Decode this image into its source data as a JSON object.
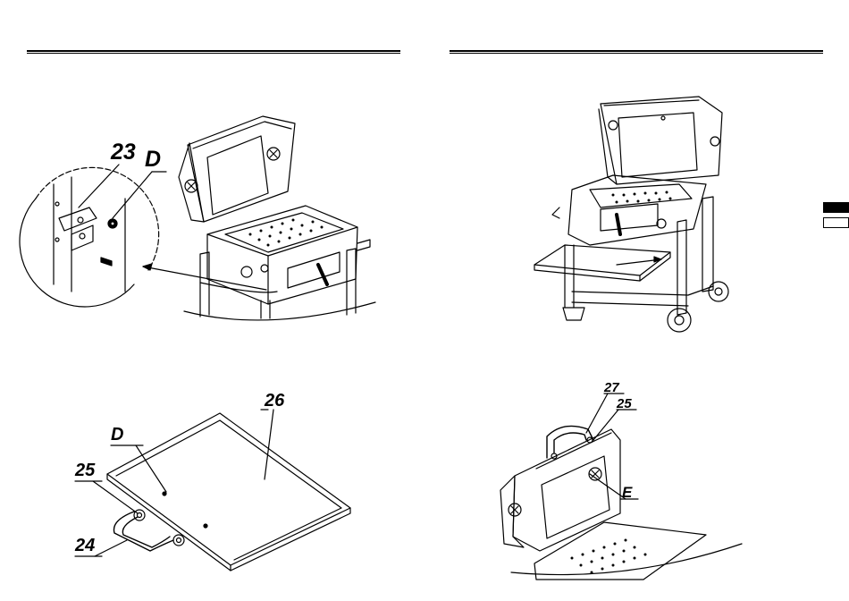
{
  "figures": {
    "top_left": {
      "callouts": {
        "part_23": "23",
        "fastener_d": "D"
      }
    },
    "bottom_left": {
      "callouts": {
        "part_26": "26",
        "fastener_d": "D",
        "part_25": "25",
        "part_24": "24"
      }
    },
    "bottom_right": {
      "callouts": {
        "part_27": "27",
        "part_25": "25",
        "fastener_e": "E"
      }
    }
  },
  "side_tabs": {
    "active_tab_color": "#000000",
    "inactive_tab_color": "#ffffff"
  }
}
